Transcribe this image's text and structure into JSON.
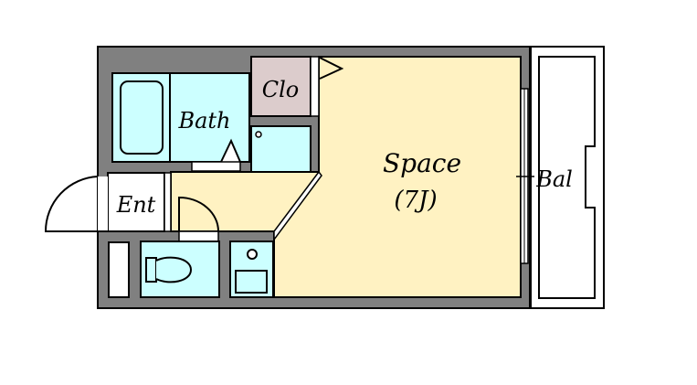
{
  "rooms": {
    "bath": "Bath",
    "closet": "Clo",
    "entrance": "Ent",
    "space": "Space",
    "space_size": "(7J)",
    "balcony": "Bal"
  },
  "colors": {
    "wall": "#808080",
    "wet_area": "#ccffff",
    "closet": "#dccccc",
    "living": "#fff2c2",
    "outline": "#000000"
  }
}
